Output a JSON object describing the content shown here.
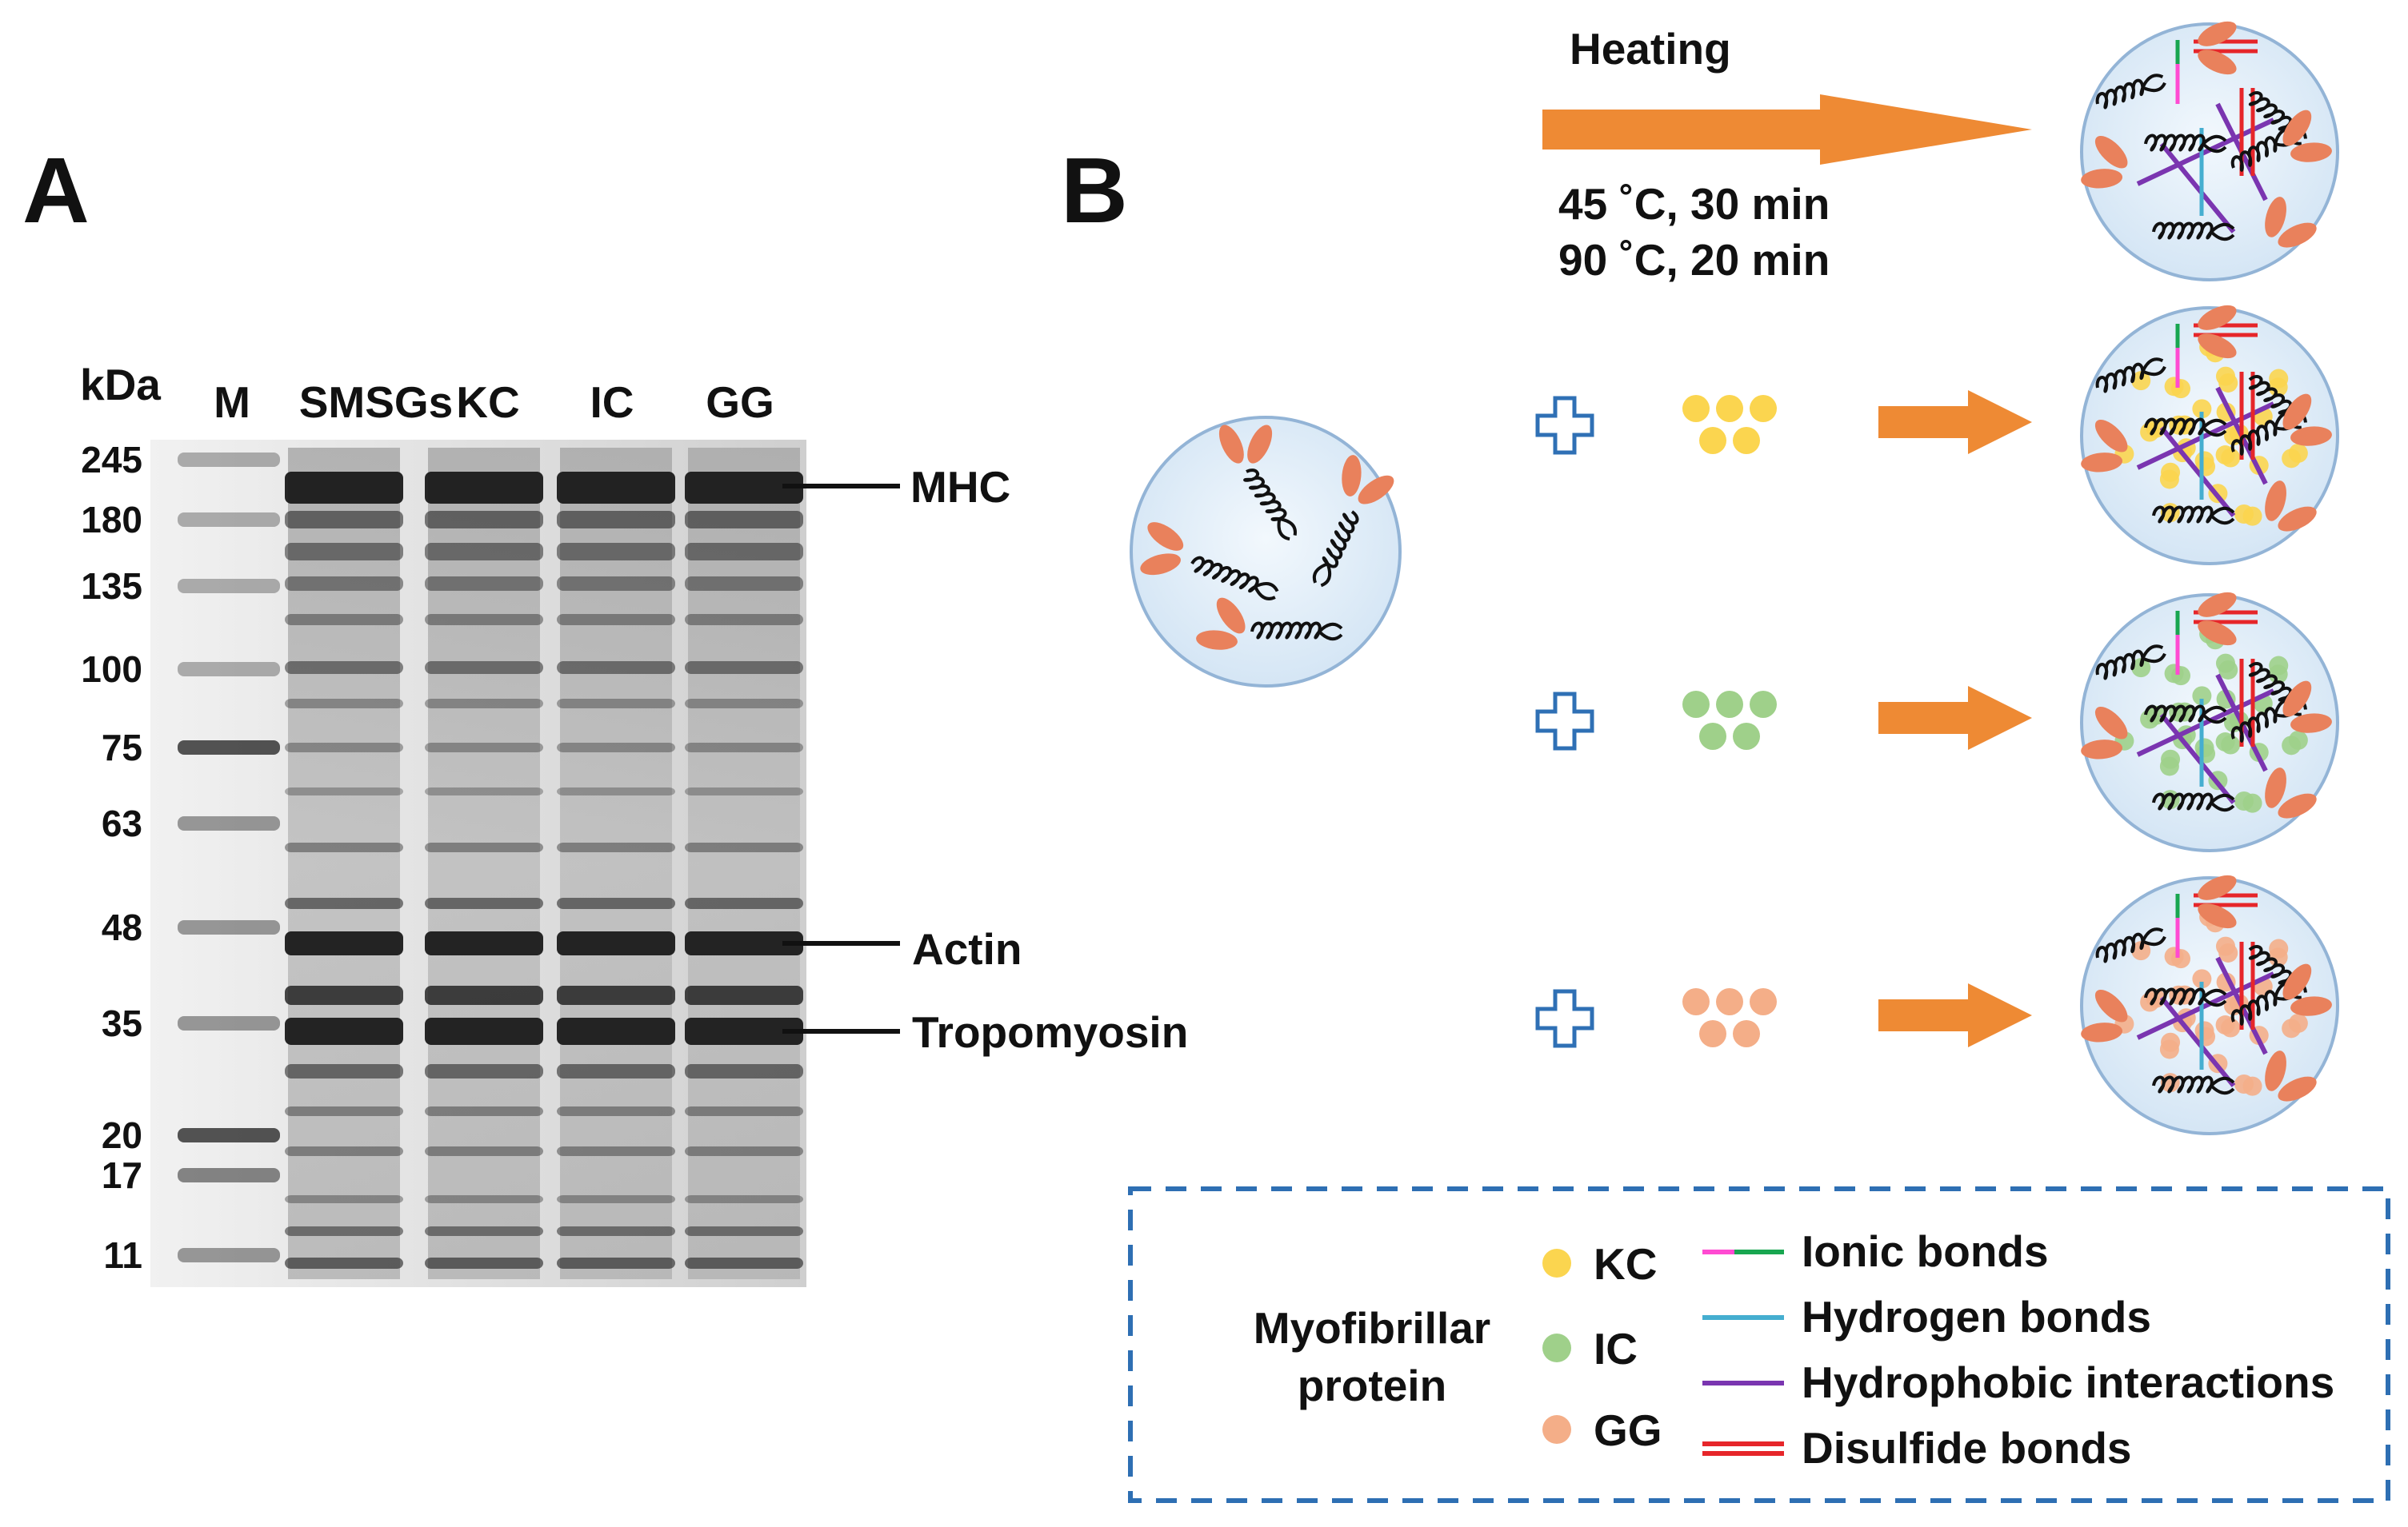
{
  "panel_a": {
    "label": "A",
    "unit": "kDa",
    "lanes": [
      "M",
      "SMSGs",
      "KC",
      "IC",
      "GG"
    ],
    "markers": [
      "245",
      "180",
      "135",
      "100",
      "75",
      "63",
      "48",
      "35",
      "20",
      "17",
      "11"
    ],
    "band_labels": [
      "MHC",
      "Actin",
      "Tropomyosin"
    ]
  },
  "panel_b": {
    "label": "B",
    "heating": {
      "title": "Heating",
      "condition_1": "45 ˚C, 30 min",
      "condition_2": "90 ˚C, 20 min"
    },
    "legend": {
      "protein_line1": "Myofibrillar",
      "protein_line2": "protein",
      "additives": [
        {
          "name": "KC",
          "color": "#fbd54f"
        },
        {
          "name": "IC",
          "color": "#9fd08a"
        },
        {
          "name": "GG",
          "color": "#f4ae88"
        }
      ],
      "bonds": [
        {
          "name": "Ionic bonds",
          "colors": [
            "#ff4bd2",
            "#18a650"
          ]
        },
        {
          "name": "Hydrogen bonds",
          "colors": [
            "#45aed0"
          ]
        },
        {
          "name": "Hydrophobic interactions",
          "colors": [
            "#7a35b0"
          ]
        },
        {
          "name": "Disulfide bonds",
          "colors": [
            "#e6262a"
          ]
        }
      ]
    }
  },
  "colors": {
    "arrow": "#ee8a34",
    "plus": "#2f70b5",
    "circle_fill": "#dcebf7",
    "circle_stroke": "#93b4d6",
    "protein_head": "#e9815c",
    "legend_border": "#2e6fb3"
  }
}
